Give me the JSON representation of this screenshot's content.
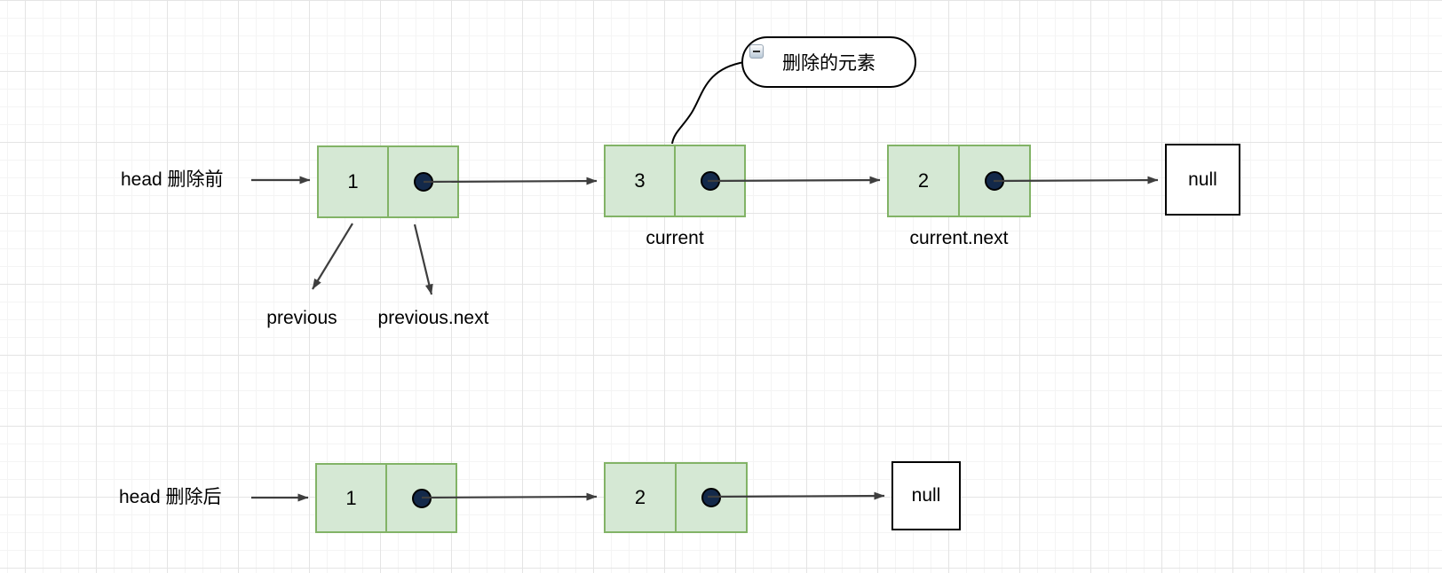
{
  "canvas": {
    "background": "#ffffff",
    "grid_minor_color": "#f4f4f4",
    "grid_major_color": "#e4e4e4"
  },
  "callout": {
    "text": "删除的元素",
    "icon": "collapse-minus-icon"
  },
  "before": {
    "head_label": "head 删除前",
    "nodes": [
      {
        "value": "1",
        "caption": ""
      },
      {
        "value": "3",
        "caption": "current"
      },
      {
        "value": "2",
        "caption": "current.next"
      }
    ],
    "terminal": "null",
    "pointer_labels": {
      "previous": "previous",
      "previous_next": "previous.next"
    }
  },
  "after": {
    "head_label": "head 删除后",
    "nodes": [
      {
        "value": "1"
      },
      {
        "value": "2"
      }
    ],
    "terminal": "null"
  },
  "colors": {
    "node_fill": "#d5e8d4",
    "node_border": "#82b366",
    "pointer_dot_fill": "#13294a",
    "pointer_dot_border": "#000000",
    "arrow": "#3e3e3e",
    "shape_border": "#000000"
  }
}
